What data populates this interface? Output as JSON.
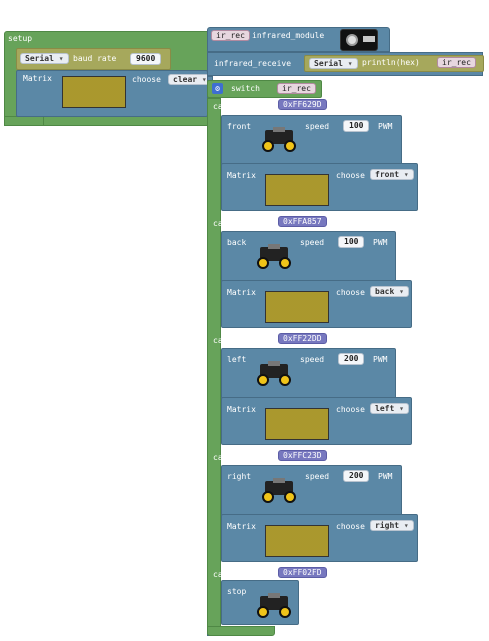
{
  "setup": {
    "title": "setup",
    "serial_chip": "Serial",
    "baud_label": "baud rate",
    "baud_value": "9600",
    "matrix_label": "Matrix",
    "choose_label": "choose",
    "choose_value": "clear"
  },
  "ir": {
    "var_chip": "ir_rec",
    "module_label": "infrared_module",
    "receive_label": "infrared_receive",
    "serial_chip": "Serial",
    "println_label": "println(hex)",
    "println_var": "ir_rec"
  },
  "switch_block": {
    "label": "switch",
    "var": "ir_rec"
  },
  "cases": [
    {
      "case_label": "case",
      "hex": "0xFF629D",
      "action": "front",
      "speed_label": "speed",
      "speed": "100",
      "pwm_label": "PWM",
      "matrix_label": "Matrix",
      "choose_label": "choose",
      "choose_value": "front"
    },
    {
      "case_label": "case",
      "hex": "0xFFA857",
      "action": "back",
      "speed_label": "speed",
      "speed": "100",
      "pwm_label": "PWM",
      "matrix_label": "Matrix",
      "choose_label": "choose",
      "choose_value": "back"
    },
    {
      "case_label": "case",
      "hex": "0xFF22DD",
      "action": "left",
      "speed_label": "speed",
      "speed": "200",
      "pwm_label": "PWM",
      "matrix_label": "Matrix",
      "choose_label": "choose",
      "choose_value": "left"
    },
    {
      "case_label": "case",
      "hex": "0xFFC23D",
      "action": "right",
      "speed_label": "speed",
      "speed": "200",
      "pwm_label": "PWM",
      "matrix_label": "Matrix",
      "choose_label": "choose",
      "choose_value": "right"
    },
    {
      "case_label": "case",
      "hex": "0xFF02FD",
      "action": "stop"
    }
  ]
}
